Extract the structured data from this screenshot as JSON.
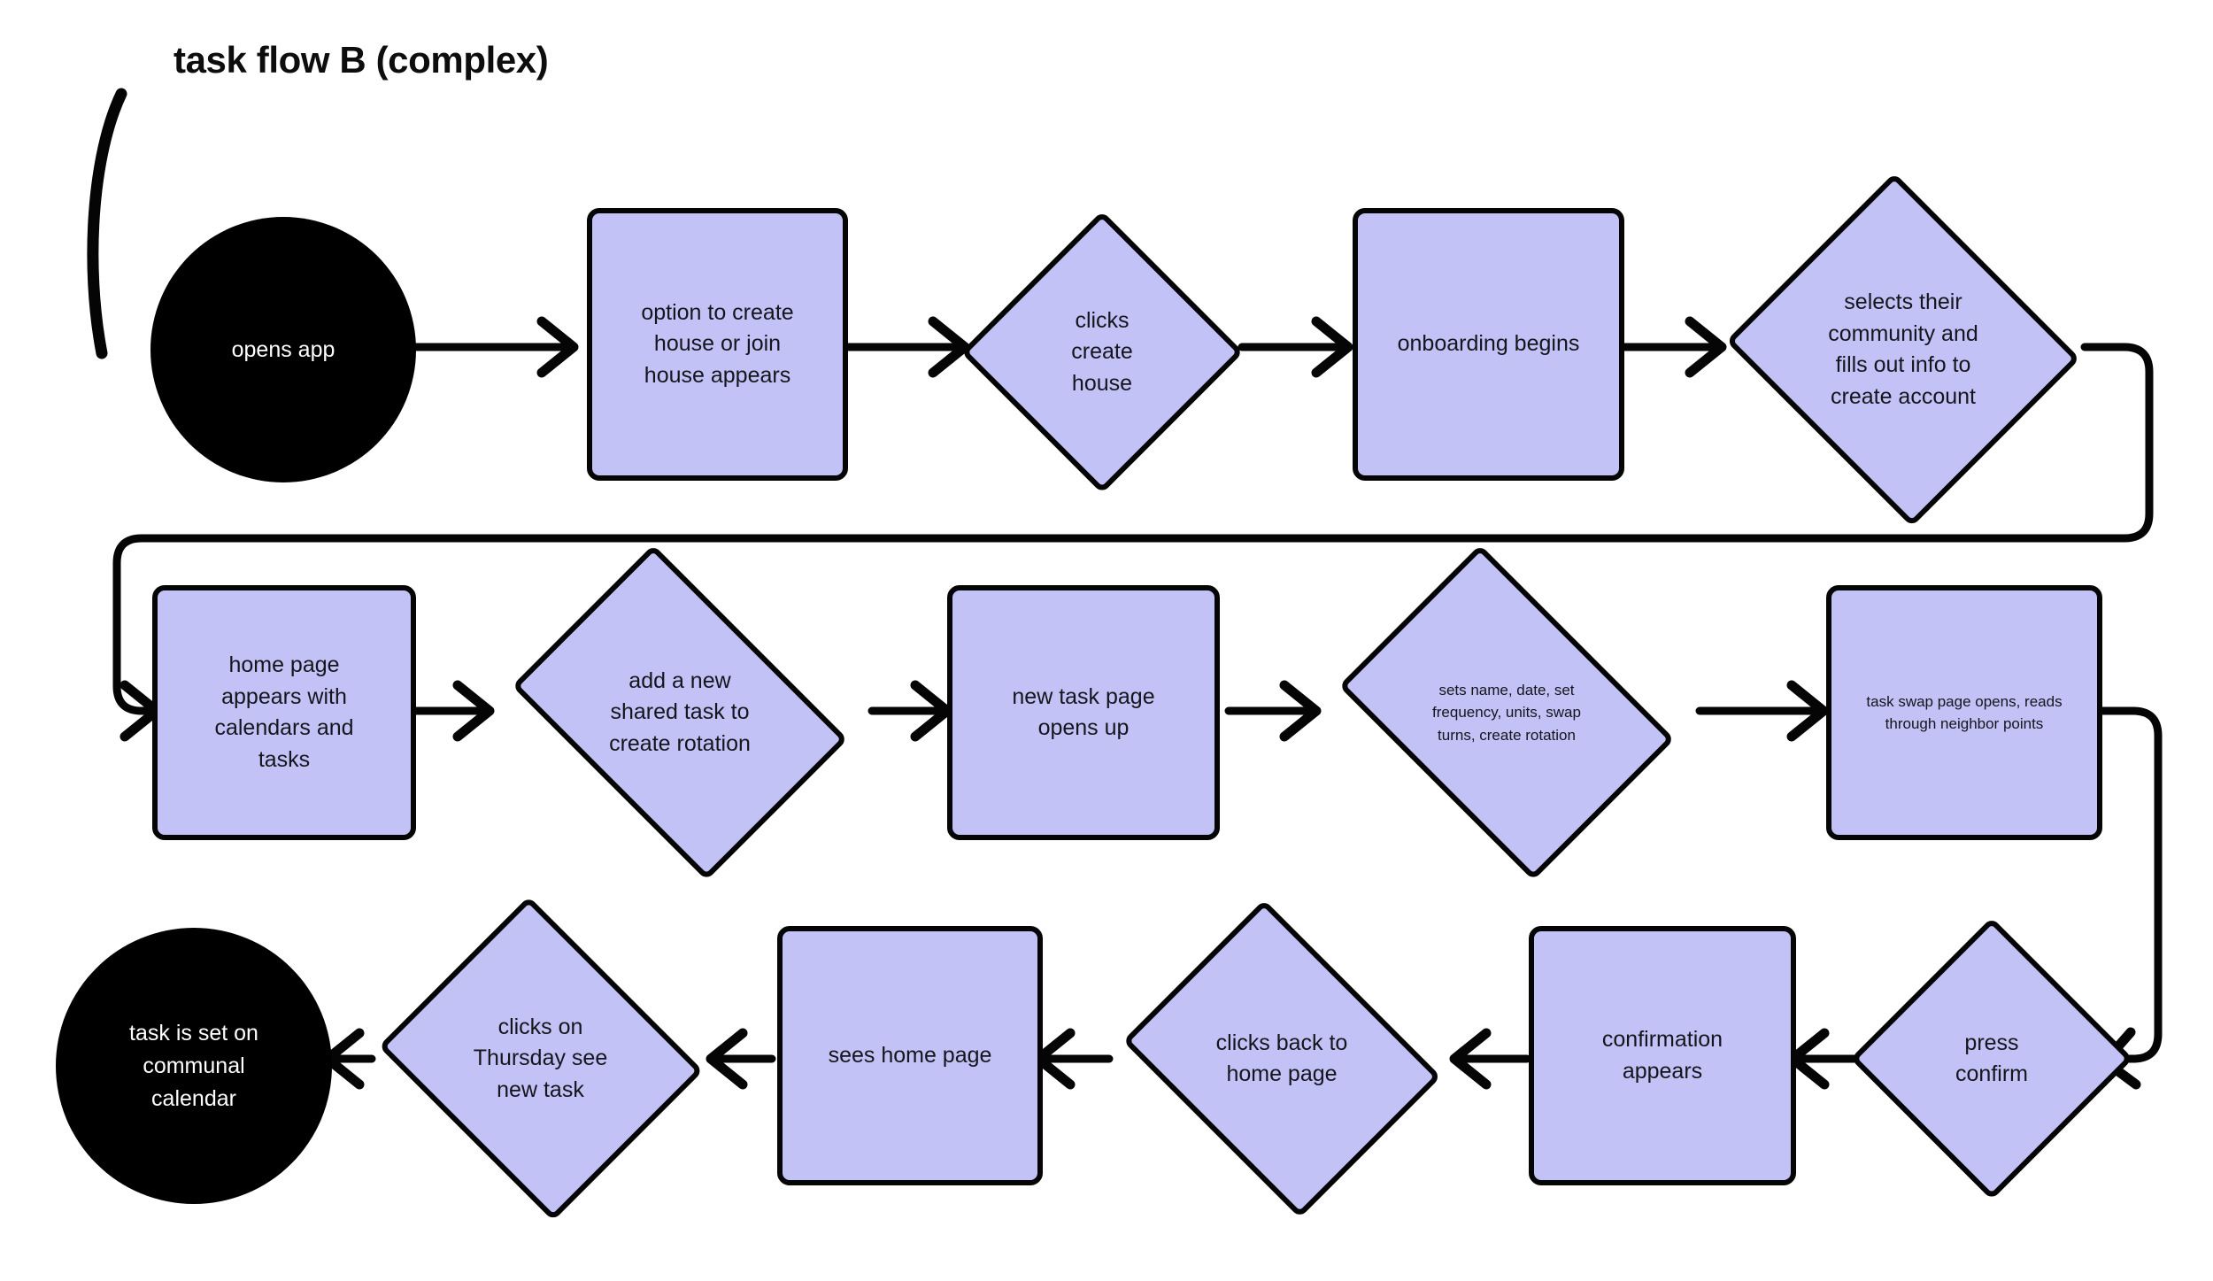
{
  "title": "task flow B (complex)",
  "colors": {
    "node_fill": "#c2c2f7",
    "node_stroke": "#050505",
    "terminal_fill": "#000000",
    "terminal_text": "#ffffff",
    "text": "#15151c",
    "background": "#ffffff"
  },
  "diagram": {
    "type": "flowchart",
    "orientation": "serpentine-3-rows",
    "rows": [
      {
        "direction": "left-to-right",
        "nodes": [
          {
            "id": "n1",
            "shape": "circle",
            "label": "opens app"
          },
          {
            "id": "n2",
            "shape": "process",
            "label": "option to create\nhouse or join\nhouse appears"
          },
          {
            "id": "n3",
            "shape": "decision",
            "label": "clicks\ncreate\nhouse"
          },
          {
            "id": "n4",
            "shape": "process",
            "label": "onboarding begins"
          },
          {
            "id": "n5",
            "shape": "decision",
            "label": "selects their\ncommunity and\nfills out info to\ncreate account"
          }
        ]
      },
      {
        "direction": "left-to-right",
        "nodes": [
          {
            "id": "n6",
            "shape": "process",
            "label": "home page\nappears with\ncalendars and\ntasks"
          },
          {
            "id": "n7",
            "shape": "decision",
            "label": "add a new\nshared task to\ncreate rotation"
          },
          {
            "id": "n8",
            "shape": "process",
            "label": "new task page\nopens up"
          },
          {
            "id": "n9",
            "shape": "decision",
            "label": "sets name, date, set\nfrequency, units, swap\nturns, create rotation",
            "text_size": "small"
          },
          {
            "id": "n10",
            "shape": "process",
            "label": "task swap page opens, reads\nthrough neighbor points",
            "text_size": "small"
          }
        ]
      },
      {
        "direction": "right-to-left",
        "nodes": [
          {
            "id": "n11",
            "shape": "decision",
            "label": "press\nconfirm"
          },
          {
            "id": "n12",
            "shape": "process",
            "label": "confirmation\nappears"
          },
          {
            "id": "n13",
            "shape": "decision",
            "label": "clicks back to\nhome page"
          },
          {
            "id": "n14",
            "shape": "process",
            "label": "sees home page"
          },
          {
            "id": "n15",
            "shape": "decision",
            "label": "clicks on\nThursday see\nnew task"
          },
          {
            "id": "n16",
            "shape": "circle",
            "label": "task is set on\ncommunal\ncalendar"
          }
        ]
      }
    ],
    "edges": [
      {
        "from": "n1",
        "to": "n2",
        "style": "straight-right"
      },
      {
        "from": "n2",
        "to": "n3",
        "style": "straight-right"
      },
      {
        "from": "n3",
        "to": "n4",
        "style": "straight-right"
      },
      {
        "from": "n4",
        "to": "n5",
        "style": "straight-right"
      },
      {
        "from": "n5",
        "to": "n6",
        "style": "wrap-right-down-left"
      },
      {
        "from": "n6",
        "to": "n7",
        "style": "straight-right"
      },
      {
        "from": "n7",
        "to": "n8",
        "style": "straight-right"
      },
      {
        "from": "n8",
        "to": "n9",
        "style": "straight-right"
      },
      {
        "from": "n9",
        "to": "n10",
        "style": "straight-right"
      },
      {
        "from": "n10",
        "to": "n11",
        "style": "wrap-right-down-left"
      },
      {
        "from": "n11",
        "to": "n12",
        "style": "straight-left"
      },
      {
        "from": "n12",
        "to": "n13",
        "style": "straight-left"
      },
      {
        "from": "n13",
        "to": "n14",
        "style": "straight-left"
      },
      {
        "from": "n14",
        "to": "n15",
        "style": "straight-left"
      },
      {
        "from": "n15",
        "to": "n16",
        "style": "straight-left"
      }
    ],
    "decoration": {
      "id": "left-bracket-stroke",
      "shape": "hand-drawn-arc"
    }
  }
}
